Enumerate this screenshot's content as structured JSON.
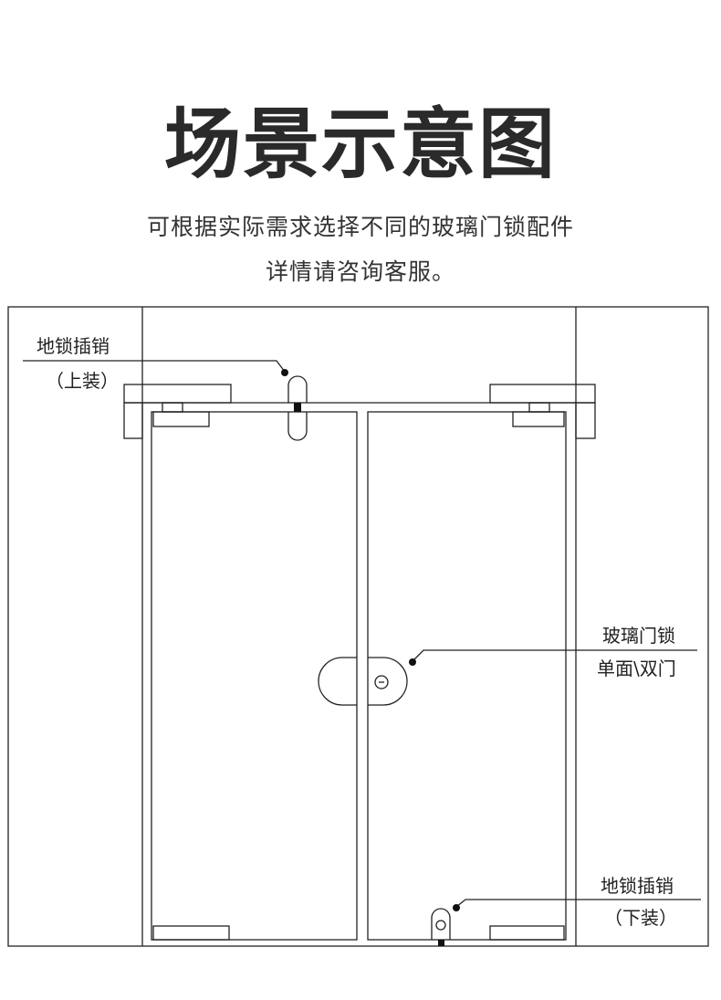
{
  "header": {
    "title": "场景示意图",
    "subtitle_line1": "可根据实际需求选择不同的玻璃门锁配件",
    "subtitle_line2": "详情请咨询客服。"
  },
  "callouts": {
    "top_bolt": {
      "name": "地锁插销",
      "mount": "（上装）"
    },
    "door_lock": {
      "name": "玻璃门锁",
      "type": "单面\\双门"
    },
    "bottom_bolt": {
      "name": "地锁插销",
      "mount": "（下装）"
    }
  },
  "colors": {
    "line": "#222222",
    "fill_dark": "#111111"
  }
}
